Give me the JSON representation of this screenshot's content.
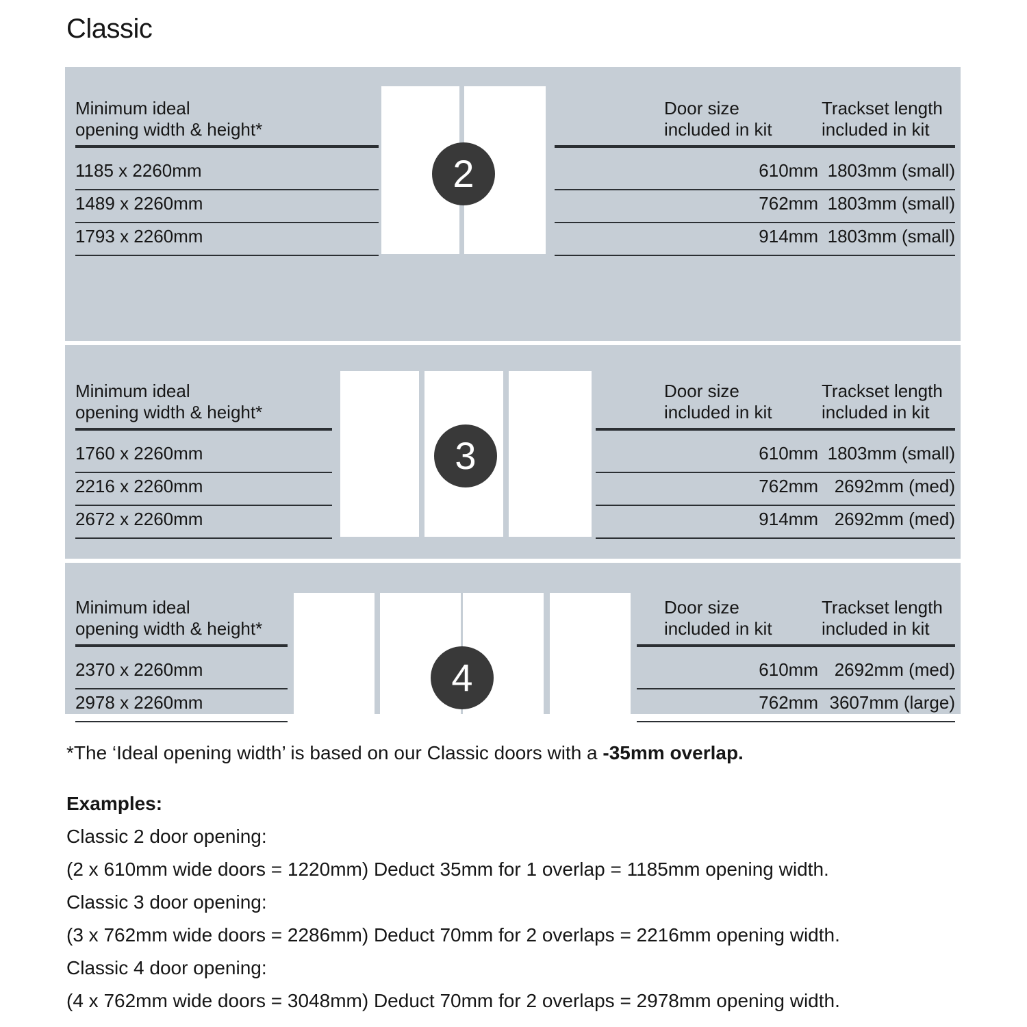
{
  "title": "Classic",
  "colors": {
    "panel_bg": "#c6ced6",
    "badge_bg": "#393939",
    "door_fill": "#ffffff",
    "rule": "#2b2f33",
    "text": "#161616"
  },
  "columns": {
    "opening": "Minimum ideal\nopening width & height*",
    "door_size": "Door size\nincluded in kit",
    "trackset": "Trackset length\nincluded in kit"
  },
  "sections": [
    {
      "badge": "2",
      "door_count": 2,
      "headers": {
        "opening": "Minimum ideal\nopening width & height*",
        "door_size": "Door size\nincluded in kit",
        "trackset": "Trackset length\nincluded in kit"
      },
      "rows": [
        {
          "opening": "1185 x 2260mm",
          "door_size": "610mm",
          "trackset": "1803mm (small)"
        },
        {
          "opening": "1489 x 2260mm",
          "door_size": "762mm",
          "trackset": "1803mm (small)"
        },
        {
          "opening": "1793 x 2260mm",
          "door_size": "914mm",
          "trackset": "1803mm (small)"
        }
      ]
    },
    {
      "badge": "3",
      "door_count": 3,
      "headers": {
        "opening": "Minimum ideal\nopening width & height*",
        "door_size": "Door size\nincluded in kit",
        "trackset": "Trackset length\nincluded in kit"
      },
      "rows": [
        {
          "opening": "1760 x 2260mm",
          "door_size": "610mm",
          "trackset": "1803mm (small)"
        },
        {
          "opening": "2216 x 2260mm",
          "door_size": "762mm",
          "trackset": "2692mm (med)"
        },
        {
          "opening": "2672 x 2260mm",
          "door_size": "914mm",
          "trackset": "2692mm (med)"
        }
      ]
    },
    {
      "badge": "4",
      "door_count": 4,
      "headers": {
        "opening": "Minimum ideal\nopening width & height*",
        "door_size": "Door size\nincluded in kit",
        "trackset": "Trackset length\nincluded in kit"
      },
      "rows": [
        {
          "opening": "2370 x 2260mm",
          "door_size": "610mm",
          "trackset": "2692mm (med)"
        },
        {
          "opening": "2978 x 2260mm",
          "door_size": "762mm",
          "trackset": "3607mm (large)"
        }
      ]
    }
  ],
  "footnote": {
    "normal": "*The ‘Ideal opening width’ is based on our Classic doors with a ",
    "bold": "-35mm overlap."
  },
  "examples": {
    "heading": "Examples:",
    "lines": [
      "Classic 2 door opening:",
      "(2 x 610mm wide doors = 1220mm)  Deduct 35mm for 1 overlap = 1185mm opening width.",
      "Classic 3 door opening:",
      "(3 x 762mm wide doors = 2286mm)  Deduct 70mm for 2 overlaps = 2216mm opening width.",
      "Classic 4 door opening:",
      "(4 x 762mm wide doors = 3048mm)  Deduct 70mm for 2 overlaps = 2978mm opening width."
    ]
  }
}
